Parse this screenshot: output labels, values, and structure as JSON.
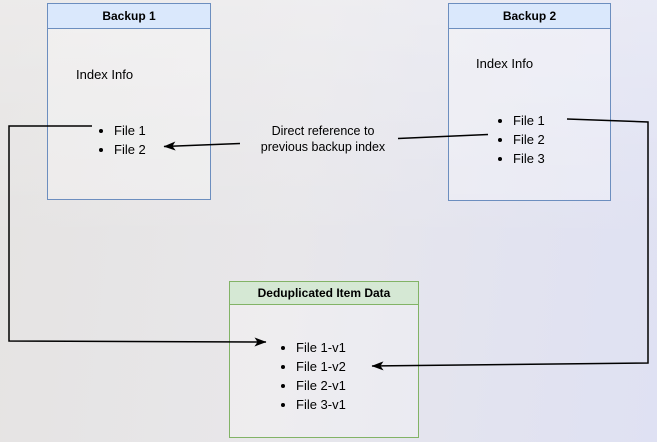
{
  "diagram": {
    "backup1": {
      "title": "Backup 1",
      "subtitle": "Index Info",
      "items": [
        "File 1",
        "File 2"
      ]
    },
    "backup2": {
      "title": "Backup 2",
      "subtitle": "Index Info",
      "items": [
        "File 1",
        "File 2",
        "File 3"
      ]
    },
    "dedup": {
      "title": "Deduplicated Item Data",
      "items": [
        "File 1-v1",
        "File 1-v2",
        "File 2-v1",
        "File 3-v1"
      ]
    },
    "reference_label": "Direct reference to\nprevious backup index"
  },
  "colors": {
    "blue_box_fill": "#dae8fc",
    "blue_box_stroke": "#6c8ebf",
    "green_box_fill": "#d5e8d4",
    "green_box_stroke": "#82b366",
    "connector": "#000000",
    "background_left": "#e5e3e2",
    "background_right": "#dfe1f3"
  }
}
